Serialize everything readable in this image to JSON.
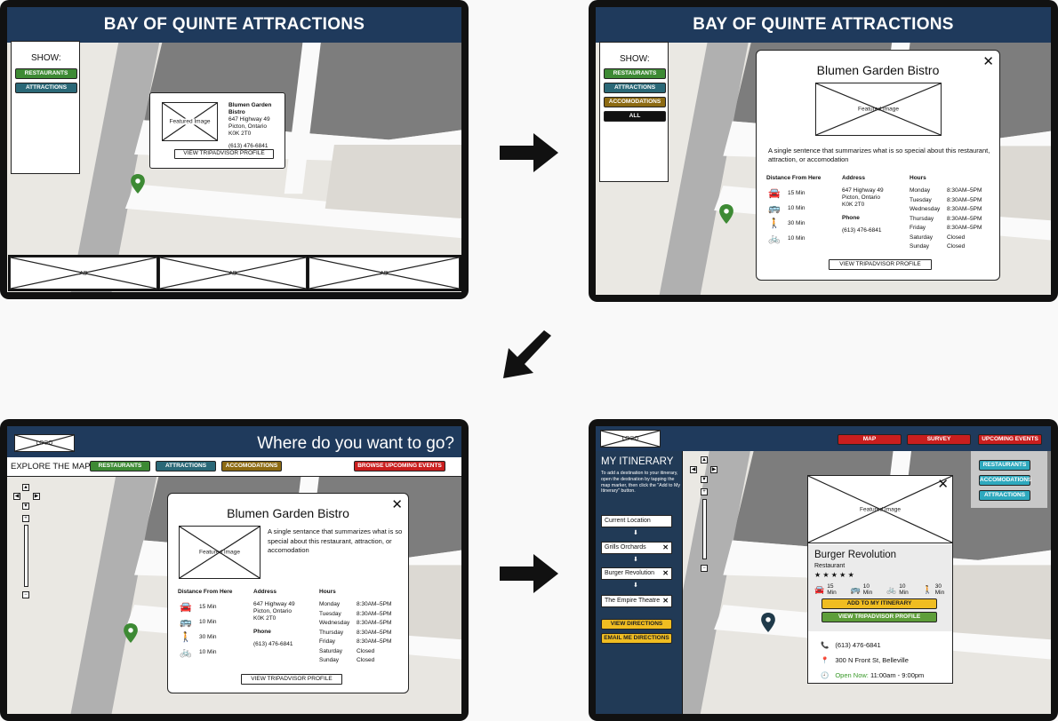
{
  "screen1": {
    "title": "BAY OF QUINTE ATTRACTIONS",
    "show_label": "SHOW:",
    "buttons": [
      "RESTAURANTS",
      "ATTRACTIONS"
    ],
    "popup": {
      "image_label": "Featured Image",
      "name": "Blumen Garden Bistro",
      "address": [
        "647 Highway 49",
        "Picton, Ontario",
        "K0K 2T0"
      ],
      "phone": "(613) 476-6841",
      "button": "VIEW TRIPADVISOR PROFILE"
    },
    "ads": [
      "AD",
      "AD",
      "AD"
    ]
  },
  "screen2": {
    "title": "BAY OF QUINTE ATTRACTIONS",
    "show_label": "SHOW:",
    "buttons": [
      "RESTAURANTS",
      "ATTRACTIONS",
      "ACCOMODATIONS",
      "ALL"
    ],
    "modal": {
      "name": "Blumen Garden Bistro",
      "image_label": "Featured Image",
      "description": "A single sentence that summarizes what is so special about this restaurant, attraction, or accomodation",
      "distance_header": "Distance From Here",
      "distances": [
        "15 Min",
        "10 Min",
        "30 Min",
        "10 Min"
      ],
      "address_header": "Address",
      "address": [
        "647 Highway 49",
        "Picton, Ontario",
        "K0K 2T0"
      ],
      "phone_header": "Phone",
      "phone": "(613) 476-6841",
      "hours_header": "Hours",
      "hours": [
        [
          "Monday",
          "8:30AM–5PM"
        ],
        [
          "Tuesday",
          "8:30AM–5PM"
        ],
        [
          "Wednesday",
          "8:30AM–5PM"
        ],
        [
          "Thursday",
          "8:30AM–5PM"
        ],
        [
          "Friday",
          "8:30AM–5PM"
        ],
        [
          "Saturday",
          "Closed"
        ],
        [
          "Sunday",
          "Closed"
        ]
      ],
      "button": "VIEW TRIPADVISOR PROFILE",
      "close": "✕"
    }
  },
  "screen3": {
    "logo": "LOGO",
    "heading": "Where do you want to go?",
    "explore_label": "EXPLORE THE MAP:",
    "buttons": [
      "RESTAURANTS",
      "ATTRACTIONS",
      "ACCOMODATIONS"
    ],
    "events_button": "BROWSE UPCOMING EVENTS",
    "modal": {
      "name": "Blumen Garden Bistro",
      "image_label": "Featured Image",
      "description": "A single sentance that summarizes what is so special about this restaurant, attraction, or accomodation",
      "distance_header": "Distance From Here",
      "distances": [
        "15 Min",
        "10 Min",
        "30 Min",
        "10 Min"
      ],
      "address_header": "Address",
      "address": [
        "647 Highway 49",
        "Picton, Ontario",
        "K0K 2T0"
      ],
      "phone_header": "Phone",
      "phone": "(613) 476-6841",
      "hours_header": "Hours",
      "hours": [
        [
          "Monday",
          "8:30AM–5PM"
        ],
        [
          "Tuesday",
          "8:30AM–5PM"
        ],
        [
          "Wednesday",
          "8:30AM–5PM"
        ],
        [
          "Thursday",
          "8:30AM–5PM"
        ],
        [
          "Friday",
          "8:30AM–5PM"
        ],
        [
          "Saturday",
          "Closed"
        ],
        [
          "Sunday",
          "Closed"
        ]
      ],
      "button": "VIEW TRIPADVISOR PROFILE",
      "close": "✕"
    }
  },
  "screen4": {
    "logo": "LOGO",
    "nav": [
      "MAP",
      "SURVEY",
      "UPCOMING EVENTS"
    ],
    "itinerary_title": "MY ITINERARY",
    "itinerary_help": "To add a destination to your itinerary, open the destination by tapping the map marker, then click the \"Add to My Itinerary\" button.",
    "itinerary_items": [
      "Current Location",
      "Grills Orchards",
      "Burger Revolution",
      "The Empire Theatre"
    ],
    "view_directions": "VIEW DIRECTIONS",
    "email_directions": "EMAIL ME DIRECTIONS",
    "filters": [
      "RESTAURANTS",
      "ACCOMODATIONS",
      "ATTRACTIONS"
    ],
    "card": {
      "image_label": "Featured Image",
      "name": "Burger Revolution",
      "category": "Restaurant",
      "stars": "★ ★ ★ ★ ★",
      "travel": [
        "15 Min",
        "10 Min",
        "10 Min",
        "30 Min"
      ],
      "add_button": "ADD TO MY ITINERARY",
      "tripadvisor_button": "VIEW TRIPADVISOR PROFILE",
      "phone": "(613) 476-6841",
      "address": "300 N Front St, Belleville",
      "open_status": "Open Now:",
      "hours": "11:00am - 9:00pm",
      "close": "✕"
    }
  },
  "colors": {
    "header": "#1f3a5c",
    "restaurants": "#3d8a34",
    "attractions": "#2a6877",
    "accomodations": "#8c6a12",
    "events": "#c91e1e",
    "itinerary_buttons": "#f0bd21",
    "pin_green": "#3d8a34",
    "pin_dark": "#1f3a4a"
  }
}
